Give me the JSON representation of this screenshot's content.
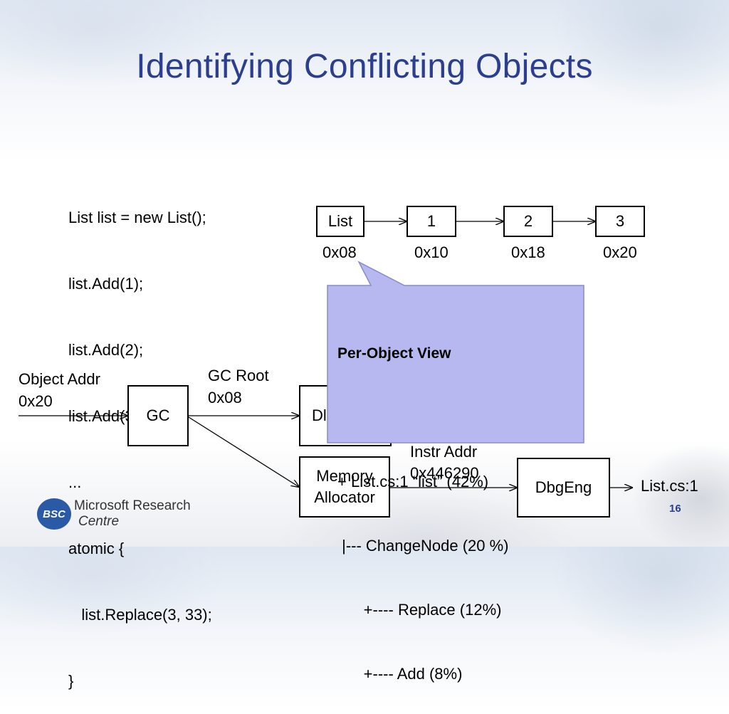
{
  "slide": {
    "title": "Identifying Conflicting Objects",
    "page_number": "16"
  },
  "code_lines": [
    "List list = new List();",
    "list.Add(1);",
    "list.Add(2);",
    "list.Add(3);",
    "...",
    "atomic {",
    "   list.Replace(3, 33);",
    "}"
  ],
  "linked_list": {
    "nodes": [
      "List",
      "1",
      "2",
      "3"
    ],
    "addresses": [
      "0x08",
      "0x10",
      "0x18",
      "0x20"
    ]
  },
  "pipeline": {
    "object_addr_label": "Object Addr",
    "object_addr_value": "0x20",
    "gc_label": "GC",
    "gc_root_label": "GC Root",
    "gc_root_value": "0x08",
    "dbg_partial_label": "Dl",
    "memory_allocator_line1": "Memory",
    "memory_allocator_line2": "Allocator",
    "instr_addr_label": "Instr Addr",
    "instr_addr_value": "0x446290",
    "dbgeng_label": "DbgEng",
    "source_location": "List.cs:1"
  },
  "callout": {
    "heading": "Per-Object View",
    "lines": [
      "+ List.cs:1 “list” (42%)",
      " |--- ChangeNode (20 %)",
      "      +---- Replace (12%)",
      "      +---- Add (8%)"
    ],
    "fill_color": "#b8b8f0",
    "border_color": "#8a8acc"
  },
  "logo": {
    "badge": "BSC",
    "name": "Microsoft Research",
    "sub": "Centre"
  },
  "colors": {
    "title": "#2b3f8e"
  }
}
